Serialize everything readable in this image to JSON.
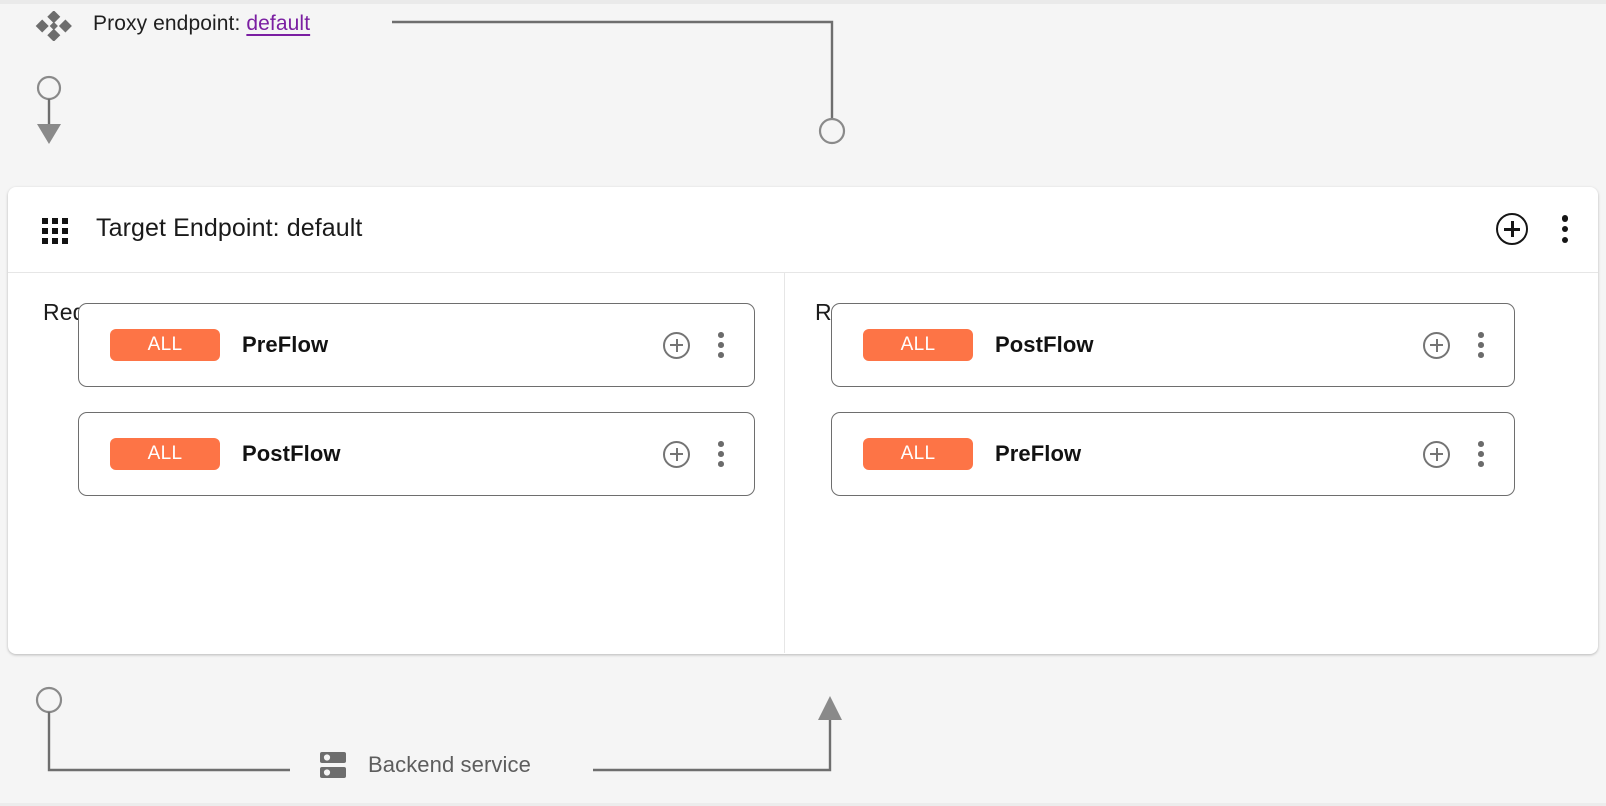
{
  "theme": {
    "page_background": "#f5f5f5",
    "panel_background": "#ffffff",
    "badge_accent": "#fd7446",
    "link_color": "#7b1fa2",
    "connector_color": "#6e6e6e",
    "text_primary": "#1a1a1a",
    "text_muted": "#5d5d5d"
  },
  "proxy": {
    "icon": "diamond-cluster-icon",
    "label_prefix": "Proxy endpoint:",
    "endpoint_name": "default"
  },
  "target_endpoint": {
    "icon": "grid-dots-icon",
    "title": "Target Endpoint: default",
    "actions": {
      "add": "add-circle-icon",
      "menu": "more-vert-icon"
    },
    "columns": [
      {
        "key": "request",
        "title": "Request",
        "direction": "down",
        "flows": [
          {
            "badge": "ALL",
            "name": "PreFlow",
            "add": "add-circle-icon",
            "menu": "more-vert-icon"
          },
          {
            "badge": "ALL",
            "name": "PostFlow",
            "add": "add-circle-icon",
            "menu": "more-vert-icon"
          }
        ]
      },
      {
        "key": "response",
        "title": "Response",
        "direction": "up",
        "flows": [
          {
            "badge": "ALL",
            "name": "PostFlow",
            "add": "add-circle-icon",
            "menu": "more-vert-icon"
          },
          {
            "badge": "ALL",
            "name": "PreFlow",
            "add": "add-circle-icon",
            "menu": "more-vert-icon"
          }
        ]
      }
    ]
  },
  "backend": {
    "icon": "server-rack-icon",
    "label": "Backend service"
  }
}
